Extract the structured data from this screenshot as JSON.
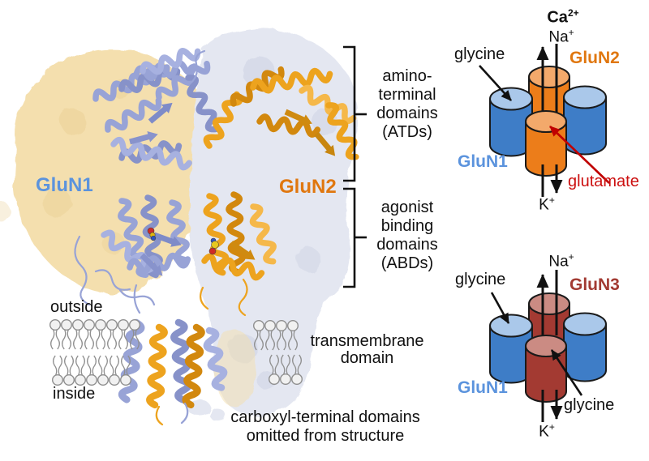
{
  "colors": {
    "glun1_label_blue": "#5b93dd",
    "glun2_label_orange": "#e0770f",
    "glun3_label_maroon": "#a23a32",
    "glutamate_red": "#cc1010",
    "cylinder_blue_side": "#3e7dc7",
    "cylinder_blue_top": "#aac8ea",
    "cylinder_orange_side": "#ec7d1a",
    "cylinder_orange_top": "#f3a96b",
    "cylinder_red_side": "#a33a32",
    "cylinder_red_top": "#cb8b83",
    "surface_wheat": "#f4dfae",
    "surface_gray": "#e4e7f1",
    "ribbon_lavender": "#98a3d6",
    "ribbon_orange": "#eda31e"
  },
  "structure_panel": {
    "glun1_label": "GluN1",
    "glun2_label": "GluN2",
    "atd_lines": [
      "amino-",
      "terminal",
      "domains",
      "(ATDs)"
    ],
    "abd_lines": [
      "agonist",
      "binding",
      "domains",
      "(ABDs)"
    ],
    "outside_label": "outside",
    "inside_label": "inside",
    "tm_lines": [
      "transmembrane",
      "domain"
    ],
    "caption_lines": [
      "carboxyl-terminal domains",
      "omitted from structure"
    ]
  },
  "glun2_schematic": {
    "ca": {
      "base": "Ca",
      "sup": "2+"
    },
    "na": {
      "base": "Na",
      "sup": "+"
    },
    "k": {
      "base": "K",
      "sup": "+"
    },
    "glycine": "glycine",
    "glutamate": "glutamate",
    "glun1": "GluN1",
    "glun2": "GluN2"
  },
  "glun3_schematic": {
    "na": {
      "base": "Na",
      "sup": "+"
    },
    "k": {
      "base": "K",
      "sup": "+"
    },
    "glycine_top": "glycine",
    "glycine_bottom": "glycine",
    "glun1": "GluN1",
    "glun3": "GluN3"
  }
}
